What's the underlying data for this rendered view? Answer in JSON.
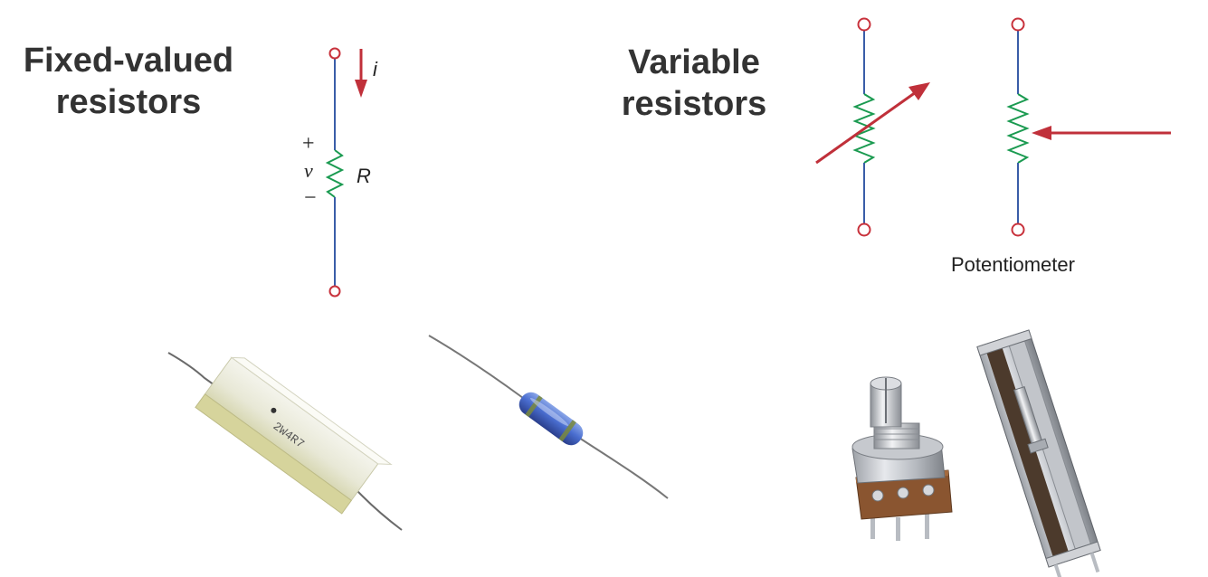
{
  "fixed_section": {
    "title_line1": "Fixed-valued",
    "title_line2": "resistors",
    "current_label": "i",
    "voltage_label": "v",
    "plus_sign": "+",
    "minus_sign": "−",
    "resistor_label": "R"
  },
  "variable_section": {
    "title_line1": "Variable",
    "title_line2": "resistors",
    "potentiometer_caption": "Potentiometer"
  },
  "photos": {
    "ceramic_resistor_marking": "2W4R7"
  },
  "colors": {
    "wire": "#3a5da8",
    "terminal": "#c8323c",
    "resistor_zigzag": "#1a9a50",
    "arrow": "#c0303a",
    "heading_text": "#333333"
  },
  "icons": {
    "variable_arrow": "diagonal-arrow-icon",
    "wiper_arrow": "left-arrow-icon"
  }
}
